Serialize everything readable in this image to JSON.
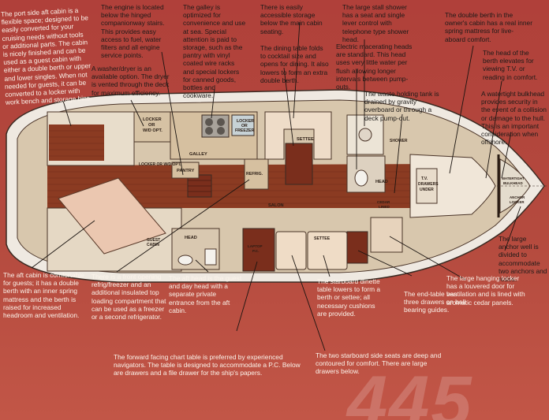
{
  "callouts": {
    "port_aft_cabin": "The port side aft cabin is a flexible space; designed to be easily converted for your cruising needs without tools or additional parts. The cabin is nicely finished and can be used as a guest cabin with either a double berth or upper and lower singles. When not needed for guests, it can be converted to a locker with work bench and storage bins.",
    "engine": "The engine is located below the hinged companionway stairs. This provides easy access to fuel, water filters and all engine service points.",
    "washer_dryer": "A washer/dryer is an available option. The dryer is vented through the deck for maximum efficiency.",
    "galley": "The galley is optimized for convenience and use at sea. Special attention is paid to storage, such as the pantry with vinyl coated wire racks and special lockers for canned goods, bottles and cookware.",
    "storage_seating": "There is easily accessible storage below the main cabin seating.",
    "dining_table": "The dining table folds to cocktail size and opens for dining. It also lowers to form an extra double berth.",
    "shower": "The large stall shower has a seat and single lever control with telephone type shower head.",
    "heads": "Electric macerating heads are standard. This head uses very little water per flush allowing longer intervals between pump-outs.",
    "owners_berth": "The double berth in the owner's cabin has a real inner spring mattress for live-aboard comfort.",
    "berth_head": "The head of the berth elevates for viewing T.V. or reading in comfort.",
    "watertight_bulkhead": "A watertight bulkhead provides security in the event of a collision or damage to the hull. This is an important consideration when offshore.",
    "waste_tank": "The waste holding tank is drained by gravity overboard or through a deck pump-out.",
    "anchor_well": "The large anchor well is divided to accommodate two anchors and rodes.",
    "hanging_locker": "The large hanging locker has a louvered door for ventilation and is lined with aromatic cedar panels.",
    "end_table": "The end-table has three drawers on ball bearing guides.",
    "dinette": "The starboard dinette table lowers to form a berth or settee; all necessary cushions are provided.",
    "side_seats": "The two starboard side seats are deep and contoured for comfort. There are large drawers below.",
    "chart_table": "The forward facing chart table is preferred by experienced navigators. The table is designed to accommodate a P.C. Below are drawers and a file drawer for the ship's papers.",
    "aft_head": "The aft head is the guest and day head with a separate private entrance from the aft cabin.",
    "fridge": "There is a front opening refrig/freezer and an additional insulated top loading compartment that can be used as a freezer or a second refrigerator.",
    "aft_cabin_comfort": "The aft cabin is comfortable for guests; it has a double berth with an inner spring mattress and the berth is raised for increased headroom and ventilation."
  },
  "plan_labels": {
    "locker_opt": [
      "LOCKER",
      "OR",
      "W/D OPT."
    ],
    "locker_opt2": "LOCKER OR W/D OPT.",
    "galley": "GALLEY",
    "pantry": "PANTRY",
    "locker_freezer": [
      "LOCKER",
      "OR",
      "FREEZER"
    ],
    "refrig": "REFRIG.",
    "settee": "SETTEE",
    "salon": "SALON",
    "head_fwd": "HEAD",
    "shower": "SHOWER",
    "tv_under": [
      "T.V.",
      "DRAWERS",
      "UNDER"
    ],
    "watertight": [
      "WATERTIGHT",
      "BULKHEAD"
    ],
    "anchor_locker": [
      "ANCHOR",
      "LOCKER"
    ],
    "head_aft": "HEAD",
    "guest_cabin": [
      "GUEST",
      "CABIN"
    ],
    "lapt_pc": [
      "LAPTOP",
      "P.C."
    ],
    "settee2": "SETTEE",
    "cedar": [
      "CEDAR",
      "LINED"
    ]
  },
  "watermark": "445",
  "colors": {
    "background": "#b44a3e",
    "sole": "#8a3a22",
    "cabinet": "#d9c3a4",
    "hull": "#f4efe8",
    "callout_text": "#fbf3ea"
  }
}
